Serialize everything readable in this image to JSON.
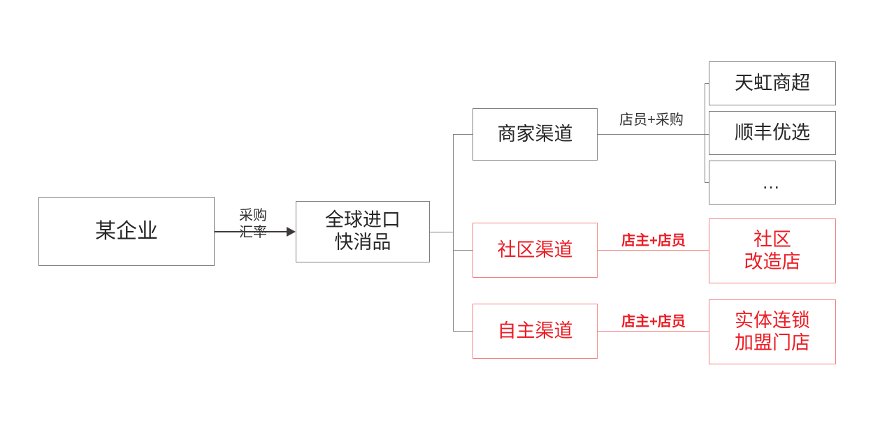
{
  "diagram": {
    "title": "",
    "colors": {
      "dark_border": "#7f7f7f",
      "dark_text": "#262626",
      "red_border": "#f2807e",
      "red_text": "#ed1c24",
      "arrow": "#3f3a38"
    }
  },
  "nodes": {
    "enterprise": {
      "label": "某企业"
    },
    "product": {
      "label": "全球进口\n快消品"
    },
    "channel_merchant": {
      "label": "商家渠道"
    },
    "channel_community": {
      "label": "社区渠道"
    },
    "channel_self": {
      "label": "自主渠道"
    },
    "merchant_1": {
      "label": "天虹商超"
    },
    "merchant_2": {
      "label": "顺丰优选"
    },
    "merchant_3": {
      "label": "…"
    },
    "store_community": {
      "label": "社区\n改造店"
    },
    "store_chain": {
      "label": "实体连锁\n加盟门店"
    }
  },
  "edges": {
    "enterprise_to_product": {
      "label": "采购\n汇率"
    },
    "merchant_to_stores": {
      "label": "店员+采购"
    },
    "community_to_store": {
      "label": "店主+店员"
    },
    "self_to_store": {
      "label": "店主+店员"
    }
  }
}
